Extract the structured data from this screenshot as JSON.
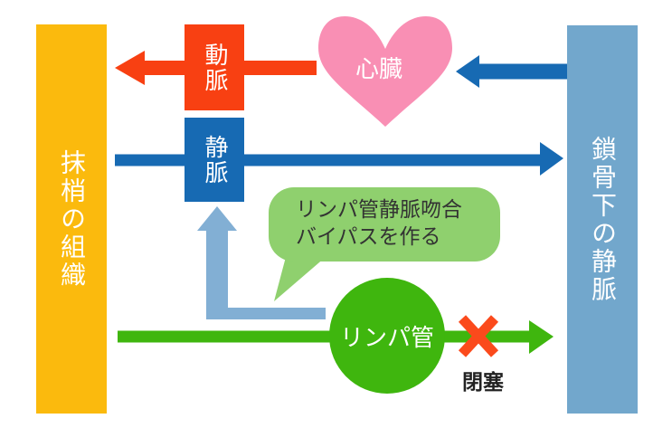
{
  "diagram": {
    "left_bar": {
      "label": "抹梢の組織"
    },
    "right_bar": {
      "label": "鎖骨下の静脈"
    },
    "artery_box": {
      "label": "動脈"
    },
    "vein_box": {
      "label": "静脈"
    },
    "heart": {
      "label": "心臓"
    },
    "lymph_circle": {
      "label": "リンパ管"
    },
    "speech_bubble": {
      "line1": "リンパ管静脈吻合",
      "line2": "バイパスを作る"
    },
    "occlusion": {
      "label": "閉塞"
    }
  },
  "icons": {
    "heart_icon": "heart-shape",
    "occlusion_x_icon": "cross-mark",
    "arrow_icons": [
      "artery-arrow-left",
      "vein-arrow-right",
      "return-arrow-left",
      "bypass-arrow-up",
      "lymph-arrow-right"
    ]
  },
  "colors": {
    "tissue_bar": "#FBBA0D",
    "subclavian_bar": "#72A7CC",
    "artery": "#F84012",
    "vein": "#176AB3",
    "heart_pink": "#F98FB4",
    "lymph_green": "#3FB60E",
    "bubble_green": "#8FD06E",
    "bypass_blue": "#82AFD4",
    "occlusion_x": "#FB4A1C"
  }
}
